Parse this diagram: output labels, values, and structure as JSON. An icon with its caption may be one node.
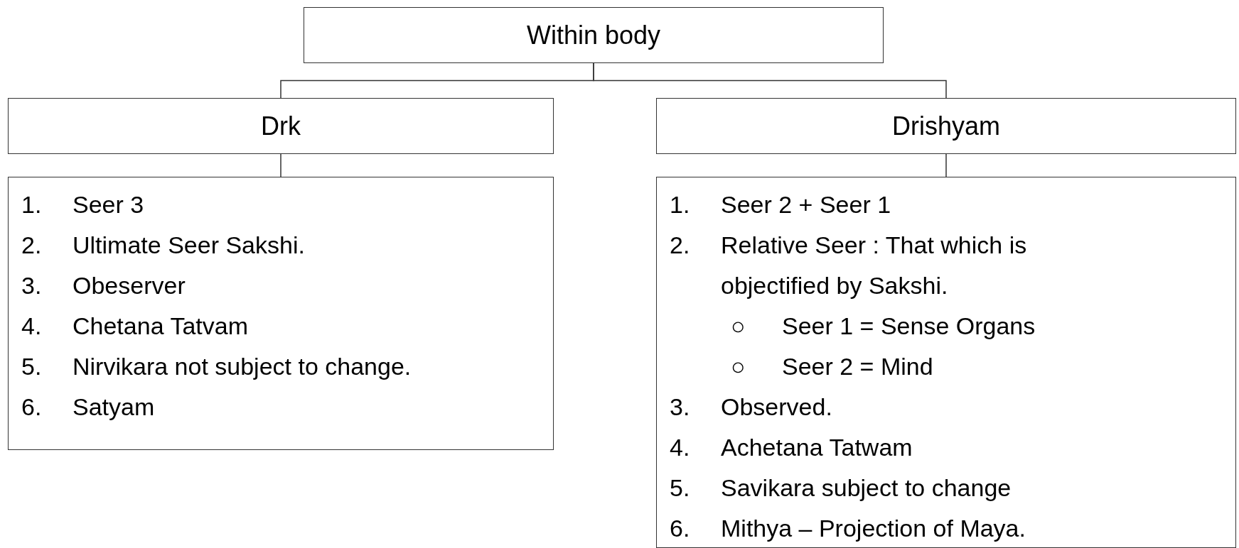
{
  "diagram": {
    "nodes": [
      {
        "text": [
          "Within body"
        ]
      },
      {
        "text": [
          "Drk"
        ]
      },
      {
        "text": [
          "Drishyam"
        ]
      },
      {
        "text": [
          "1. Seer 3",
          "2. Ultimate Seer Sakshi.",
          "3. Obeserver",
          "4. Chetana Tatvam",
          "5. Nirvikara not subject to change.",
          "6. Satyam"
        ]
      },
      {
        "text": [
          "1. Seer 2 + Seer 1",
          "2. Relative Seer : That which is objectified by Sakshi.",
          "○ Seer 1 = Sense Organs",
          "○ Seer 2 = Mind",
          "3. Observed.",
          "4. Achetana Tatwam",
          "5. Savikara subject to change",
          "6. Mithya – Projection of Maya."
        ]
      }
    ],
    "edges": [
      {
        "from": 0,
        "to": 1,
        "arrow": "none"
      },
      {
        "from": 0,
        "to": 2,
        "arrow": "none"
      },
      {
        "from": 1,
        "to": 3,
        "arrow": "none"
      },
      {
        "from": 2,
        "to": 4,
        "arrow": "none"
      }
    ]
  }
}
